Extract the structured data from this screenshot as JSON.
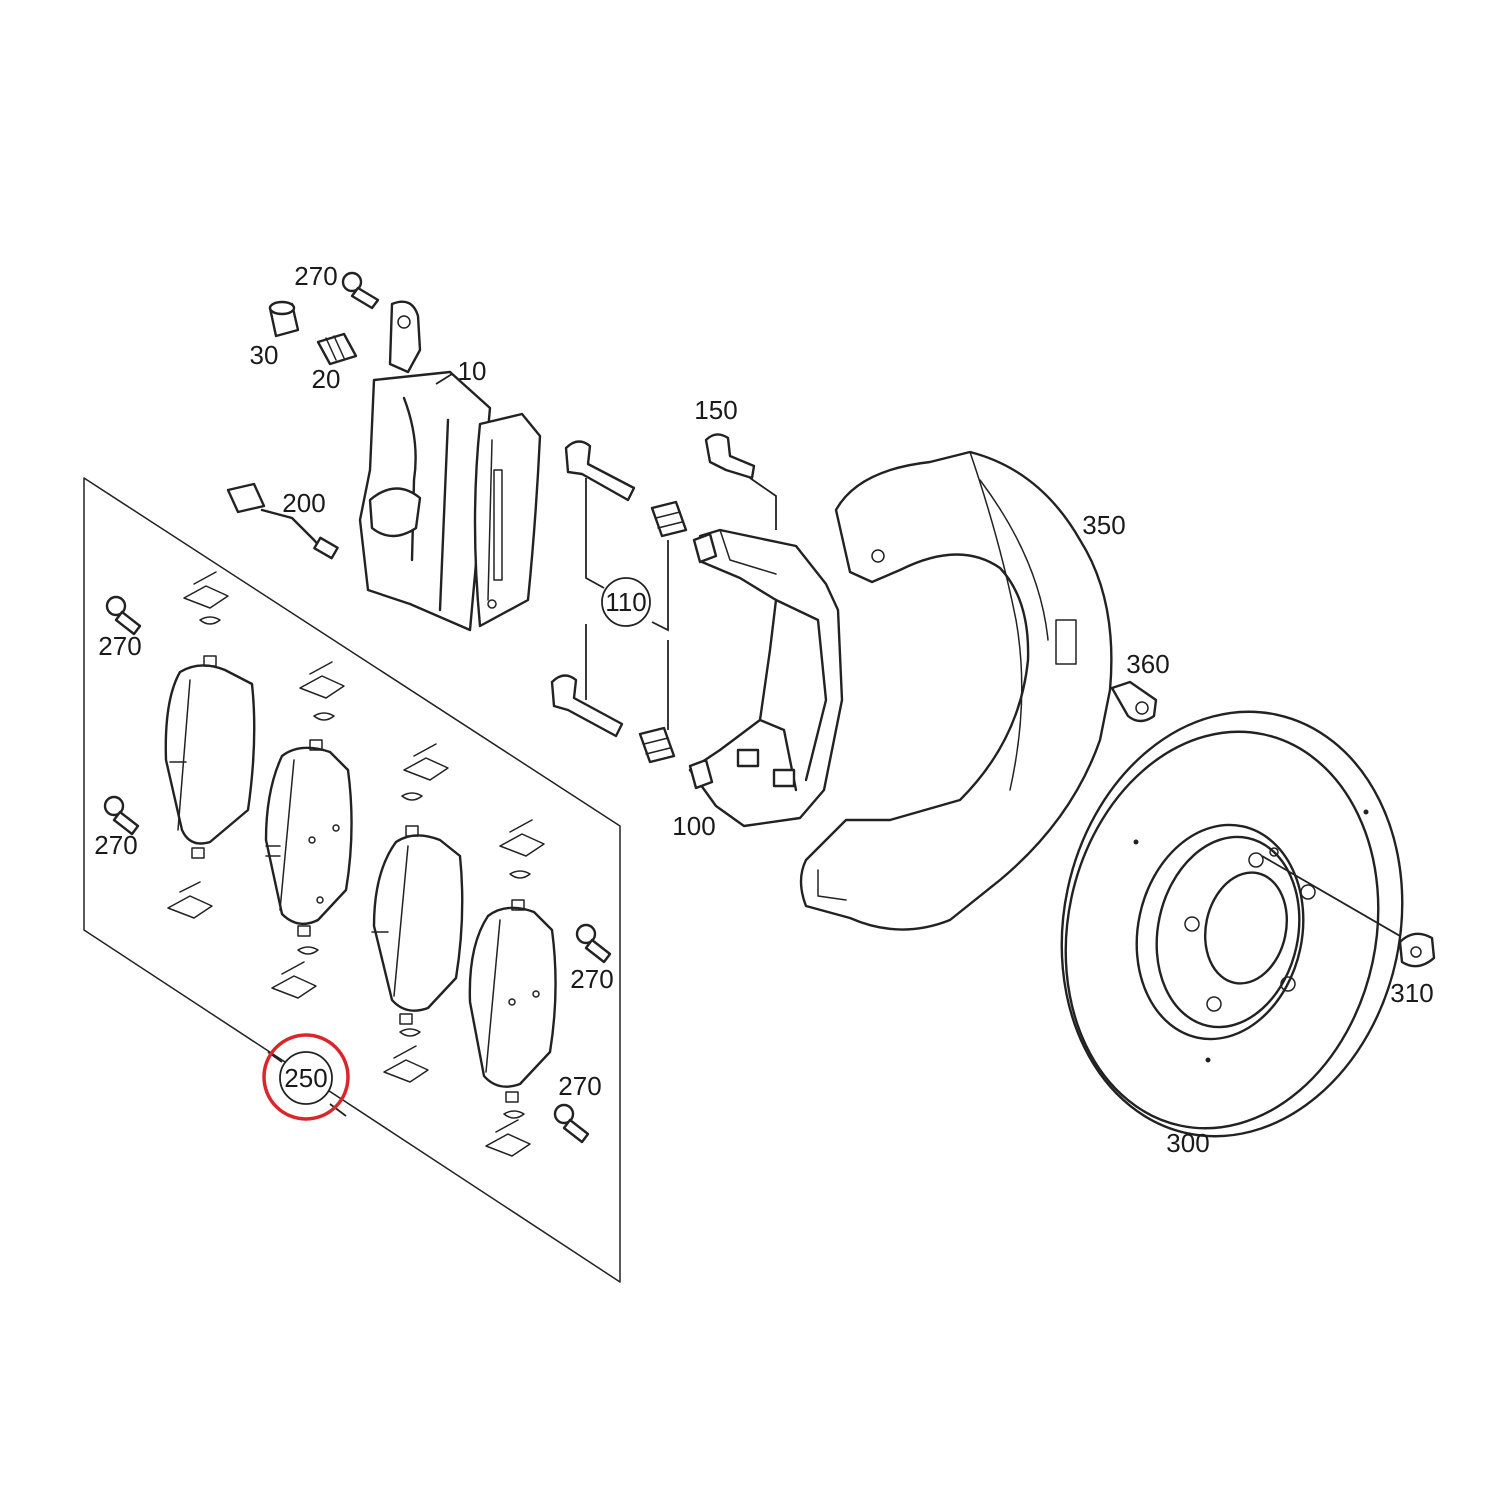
{
  "diagram": {
    "highlight_color": "#d9262b",
    "line_color": "#222222",
    "labels": {
      "p10": "10",
      "p20": "20",
      "p30": "30",
      "p100": "100",
      "p110": "110",
      "p150": "150",
      "p200": "200",
      "p250": "250",
      "p270": "270",
      "p300": "300",
      "p310": "310",
      "p350": "350",
      "p360": "360"
    }
  }
}
